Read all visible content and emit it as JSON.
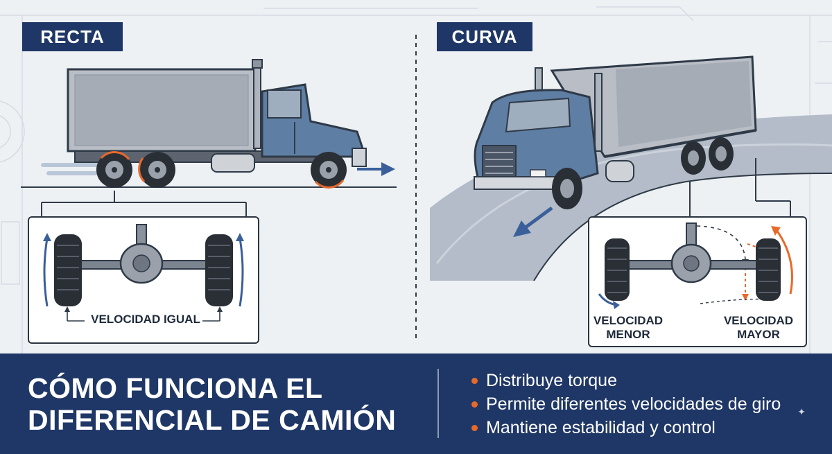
{
  "straight": {
    "label": "RECTA",
    "caption": "VELOCIDAD IGUAL"
  },
  "curve": {
    "label": "CURVA",
    "inner_caption": "VELOCIDAD\nMENOR",
    "outer_caption": "VELOCIDAD\nMAYOR"
  },
  "footer": {
    "title_line1": "CÓMO FUNCIONA EL",
    "title_line2": "DIFERENCIAL DE CAMIÓN",
    "bullets": [
      "Distribuye torque",
      "Permite diferentes velocidades de giro",
      "Mantiene estabilidad y control"
    ]
  },
  "colors": {
    "navy": "#1f3766",
    "truck_blue": "#5f7ea3",
    "accent_orange": "#e8692a",
    "trailer_gray": "#b9bec6",
    "arrow_blue": "#3a5f9a"
  },
  "icons": [
    "truck-icon",
    "axle-icon",
    "wheel-icon",
    "rotation-arrow-icon",
    "direction-arrow-icon",
    "sparkle-icon"
  ]
}
